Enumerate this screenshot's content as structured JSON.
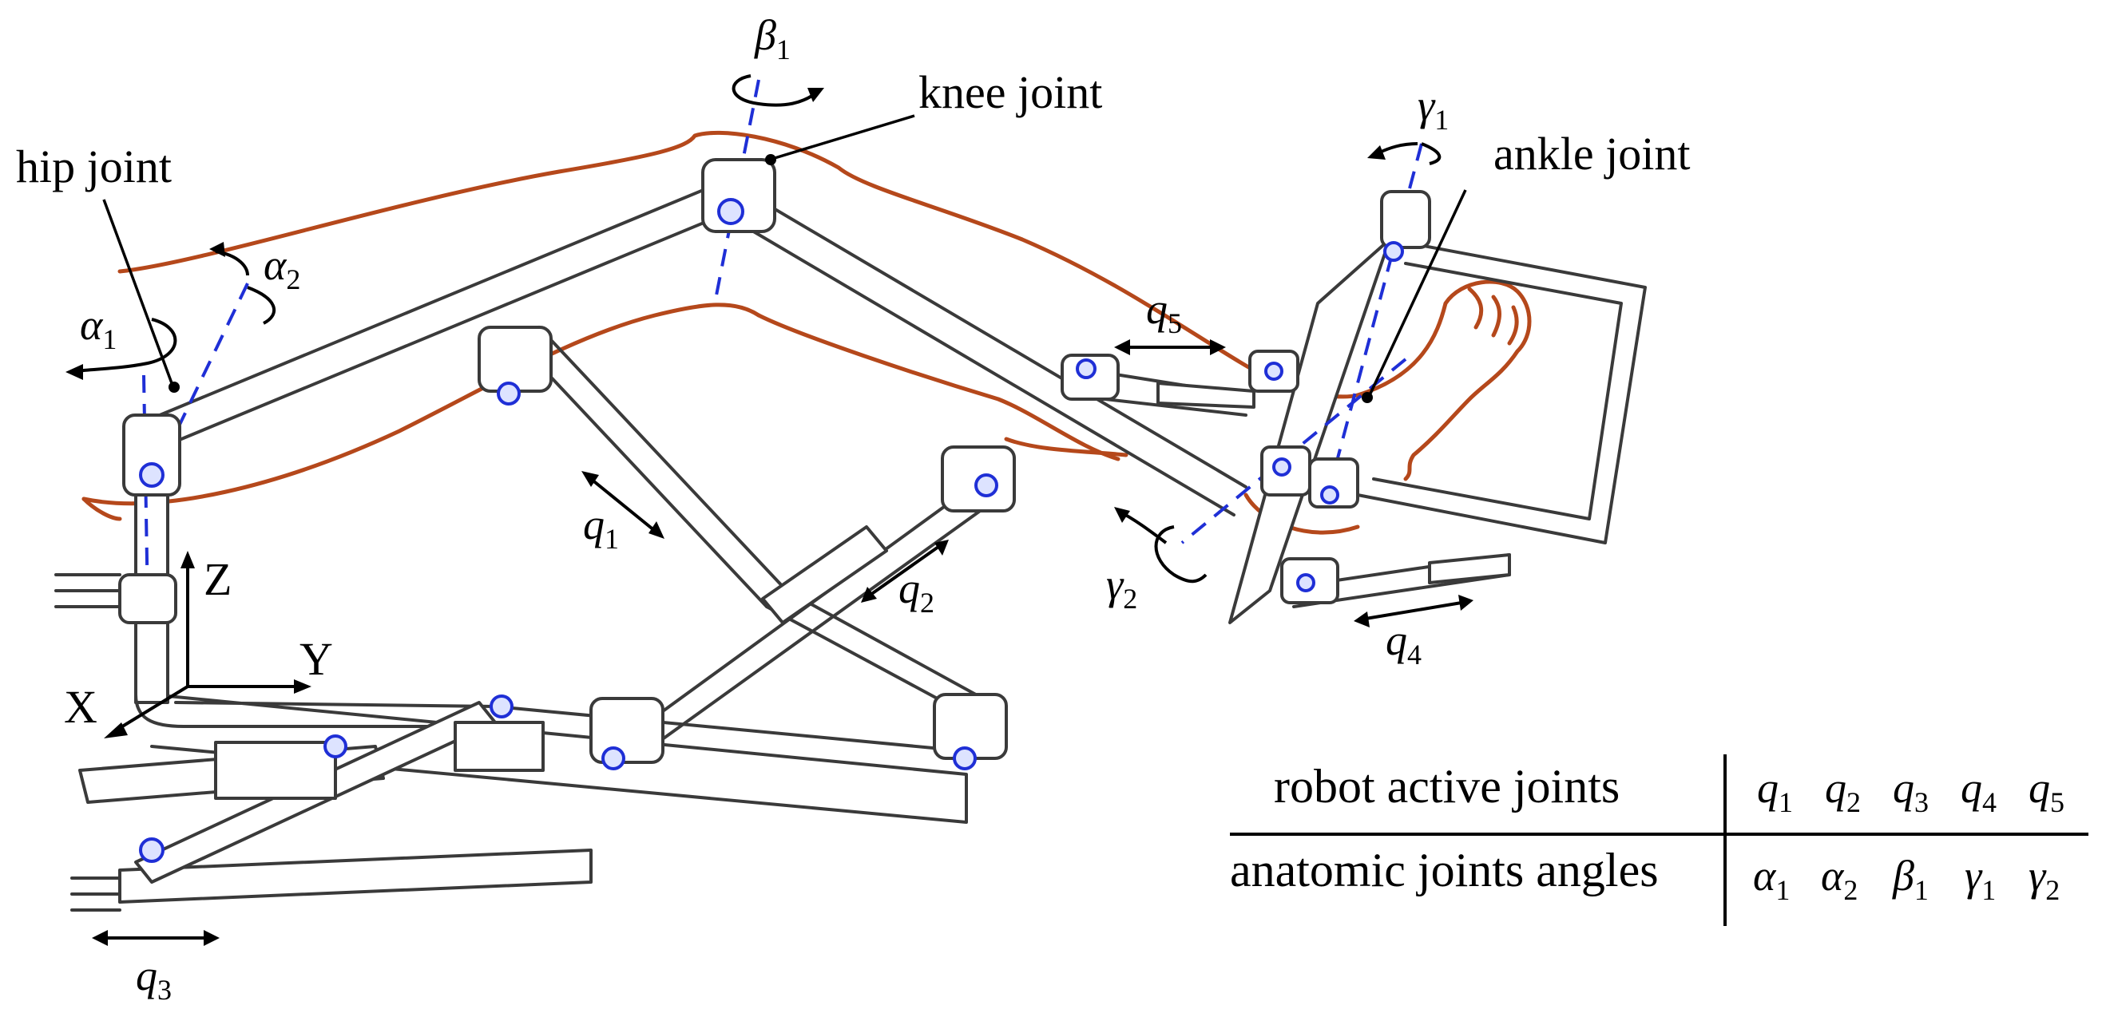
{
  "labels": {
    "hip_joint": "hip joint",
    "knee_joint": "knee joint",
    "ankle_joint": "ankle joint"
  },
  "axes": {
    "x": "X",
    "y": "Y",
    "z": "Z"
  },
  "symbols": {
    "alpha1": {
      "base": "α",
      "sub": "1"
    },
    "alpha2": {
      "base": "α",
      "sub": "2"
    },
    "beta1": {
      "base": "β",
      "sub": "1"
    },
    "gamma1": {
      "base": "γ",
      "sub": "1"
    },
    "gamma2": {
      "base": "γ",
      "sub": "2"
    },
    "q1": {
      "base": "q",
      "sub": "1"
    },
    "q2": {
      "base": "q",
      "sub": "2"
    },
    "q3": {
      "base": "q",
      "sub": "3"
    },
    "q4": {
      "base": "q",
      "sub": "4"
    },
    "q5": {
      "base": "q",
      "sub": "5"
    }
  },
  "table": {
    "rows": [
      {
        "header": "robot active joints",
        "cells": [
          {
            "base": "q",
            "sub": "1"
          },
          {
            "base": "q",
            "sub": "2"
          },
          {
            "base": "q",
            "sub": "3"
          },
          {
            "base": "q",
            "sub": "4"
          },
          {
            "base": "q",
            "sub": "5"
          }
        ]
      },
      {
        "header": "anatomic joints angles",
        "cells": [
          {
            "base": "α",
            "sub": "1"
          },
          {
            "base": "α",
            "sub": "2"
          },
          {
            "base": "β",
            "sub": "1"
          },
          {
            "base": "γ",
            "sub": "1"
          },
          {
            "base": "γ",
            "sub": "2"
          }
        ]
      }
    ]
  },
  "colors": {
    "flesh_outline": "#b5481b",
    "joint_axis": "#1f2fd6",
    "frame": "#3a3a3a"
  }
}
